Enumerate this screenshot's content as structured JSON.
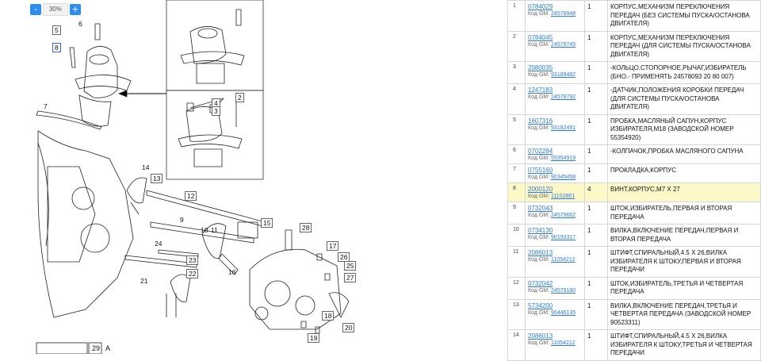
{
  "zoom": {
    "minus": "-",
    "value": "30%",
    "plus": "+"
  },
  "diagram": {
    "callouts": [
      "5",
      "6",
      "8",
      "7",
      "2",
      "4",
      "3",
      "14",
      "13",
      "12",
      "9",
      "10",
      "11",
      "15",
      "24",
      "23",
      "22",
      "21",
      "28",
      "17",
      "16",
      "26",
      "25",
      "27",
      "18",
      "20",
      "19",
      "29"
    ],
    "footer_letter": "A"
  },
  "code_prefix": "Код GM:",
  "parts": [
    {
      "n": "1",
      "code": "0784029",
      "gm": "24578948",
      "qty": "1",
      "desc": "КОРПУС,МЕХАНИЗМ ПЕРЕКЛЮЧЕНИЯ ПЕРЕДАЧ (БЕЗ СИСТЕМЫ ПУСКА/ОСТАНОВА ДВИГАТЕЛЯ)"
    },
    {
      "n": "2",
      "code": "0784045",
      "gm": "24579745",
      "qty": "1",
      "desc": "КОРПУС,МЕХАНИЗМ ПЕРЕКЛЮЧЕНИЯ ПЕРЕДАЧ (ДЛЯ СИСТЕМЫ ПУСКА/ОСТАНОВА ДВИГАТЕЛЯ)"
    },
    {
      "n": "3",
      "code": "2080035",
      "gm": "93189482",
      "qty": "1",
      "desc": "-КОЛЬЦО,СТОПОРНОЕ,РЫЧАГ,ИЗБИРАТЕЛЬ (БНО.- ПРИМЕНЯТЬ 24578093 20 80 007)"
    },
    {
      "n": "4",
      "code": "1247183",
      "gm": "24578792",
      "qty": "1",
      "desc": "-ДАТЧИК,ПОЛОЖЕНИЯ КОРОБКИ ПЕРЕДАЧ (ДЛЯ СИСТЕМЫ ПУСКА/ОСТАНОВА ДВИГАТЕЛЯ)"
    },
    {
      "n": "5",
      "code": "1607316",
      "gm": "93182491",
      "qty": "1",
      "desc": "ПРОБКА,МАСЛЯНЫЙ САПУН,КОРПУС ИЗБИРАТЕЛЯ,М18 (ЗАВОДСКОЙ НОМЕР 55354920)"
    },
    {
      "n": "6",
      "code": "0702284",
      "gm": "55354919",
      "qty": "1",
      "desc": "-КОЛПАЧОК,ПРОБКА МАСЛЯНОГО САПУНА"
    },
    {
      "n": "7",
      "code": "0755160",
      "gm": "90345458",
      "qty": "1",
      "desc": "ПРОКЛАДКА,КОРПУС"
    },
    {
      "n": "8",
      "code": "2000120",
      "gm": "11102861",
      "qty": "4",
      "desc": "ВИНТ,КОРПУС,M7 X 27"
    },
    {
      "n": "9",
      "code": "0732043",
      "gm": "24579662",
      "qty": "1",
      "desc": "ШТОК,ИЗБИРАТЕЛЬ,ПЕРВАЯ И ВТОРАЯ ПЕРЕДАЧА"
    },
    {
      "n": "10",
      "code": "0734130",
      "gm": "90193317",
      "qty": "1",
      "desc": "ВИЛКА,ВКЛЮЧЕНИЕ ПЕРЕДАЧ,ПЕРВАЯ И ВТОРАЯ ПЕРЕДАЧА"
    },
    {
      "n": "11",
      "code": "2086013",
      "gm": "11054212",
      "qty": "1",
      "desc": "ШТИФТ,СПИРАЛЬНЫЙ,4.5 X 26,ВИЛКА ИЗБИРАТЕЛЯ К ШТОКУ,ПЕРВАЯ И ВТОРАЯ ПЕРЕДАЧИ"
    },
    {
      "n": "12",
      "code": "0732042",
      "gm": "24579180",
      "qty": "1",
      "desc": "ШТОК,ИЗБИРАТЕЛЬ,ТРЕТЬЯ И ЧЕТВЕРТАЯ ПЕРЕДАЧА"
    },
    {
      "n": "13",
      "code": "5734200",
      "gm": "90446135",
      "qty": "1",
      "desc": "ВИЛКА,ВКЛЮЧЕНИЕ ПЕРЕДАЧ,ТРЕТЬЯ И ЧЕТВЕРТАЯ ПЕРЕДАЧА (ЗАВОДСКОЙ НОМЕР 90523311)"
    },
    {
      "n": "14",
      "code": "2086013",
      "gm": "11054212",
      "qty": "1",
      "desc": "ШТИФТ,СПИРАЛЬНЫЙ,4.5 X 26,ВИЛКА ИЗБИРАТЕЛЯ К ШТОКУ,ТРЕТЬЯ И ЧЕТВЕРТАЯ ПЕРЕДАЧИ"
    }
  ],
  "highlight_row": "8",
  "colors": {
    "accent": "#2d8cf0",
    "link": "#2a7ae2",
    "highlight": "#fdf8c8"
  }
}
